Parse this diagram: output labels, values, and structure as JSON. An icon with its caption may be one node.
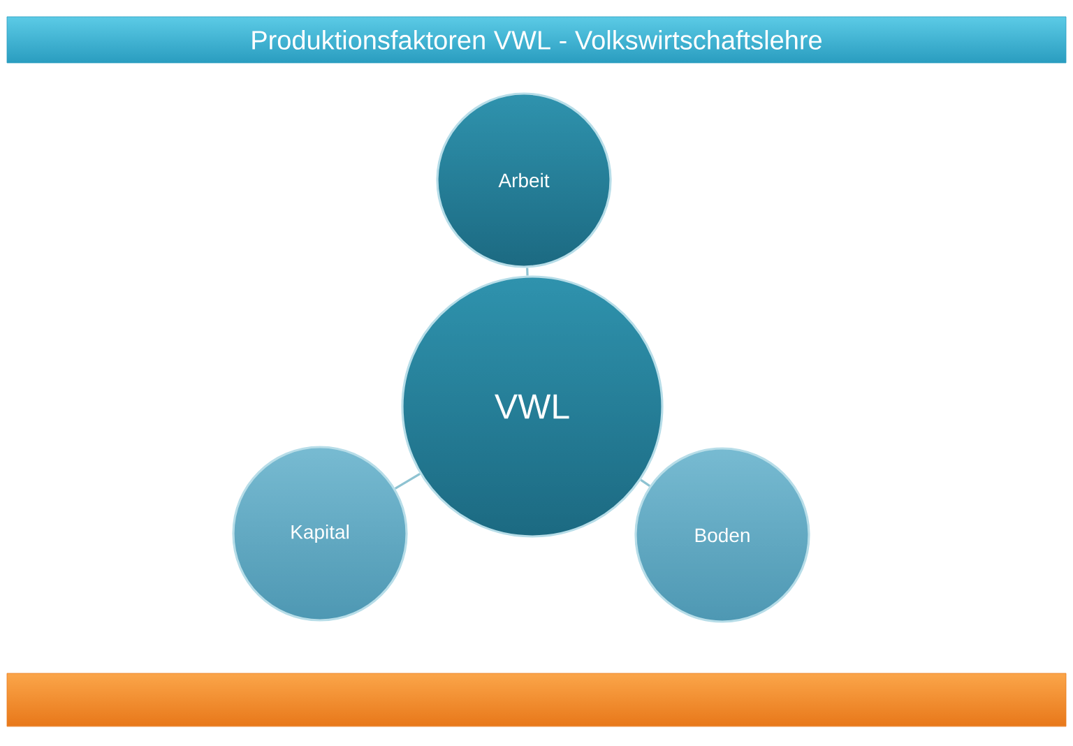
{
  "diagram": {
    "title": "Produktionsfaktoren VWL - Volkswirtschaftslehre",
    "nodes": [
      {
        "text": [
          "Arbeit"
        ]
      },
      {
        "text": [
          "VWL"
        ]
      },
      {
        "text": [
          "Kapital"
        ]
      },
      {
        "text": [
          "Boden"
        ]
      }
    ],
    "edges": [
      {
        "from": 1,
        "to": 0,
        "arrow": "none"
      },
      {
        "from": 1,
        "to": 2,
        "arrow": "none"
      },
      {
        "from": 1,
        "to": 3,
        "arrow": "none"
      }
    ]
  }
}
